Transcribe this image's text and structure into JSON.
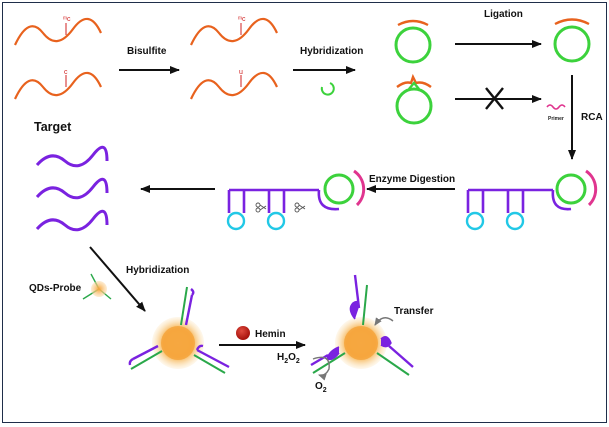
{
  "labels": {
    "bisulfite": "Bisulfite",
    "hybridization_1": "Hybridization",
    "ligation": "Ligation",
    "target": "Target",
    "primer": "Primer",
    "rca": "RCA",
    "enzyme_digestion": "Enzyme Digestion",
    "qds_probe": "QDs-Probe",
    "hybridization_2": "Hybridization",
    "hemin": "Hemin",
    "transfer": "Transfer",
    "h2o2_main": "H",
    "h2o2_sub1": "2",
    "h2o2_o": "O",
    "h2o2_sub2": "2",
    "o2_main": "O",
    "o2_sub": "2"
  },
  "marks": {
    "c_methyl": "ᵐc",
    "c_plain": "c",
    "c_methyl_after": "ᵐc",
    "u_after": "u"
  },
  "colors": {
    "target_dna": "#e8621e",
    "padlock": "#3cd23c",
    "primer": "#e0358f",
    "rca_strand": "#7a22e0",
    "hairpin_loop": "#22c8e6",
    "hemin": "#c0201a",
    "qd_core": "#f5a43a",
    "probe_green": "#2aa84a",
    "frame": "#1f2e4a"
  }
}
